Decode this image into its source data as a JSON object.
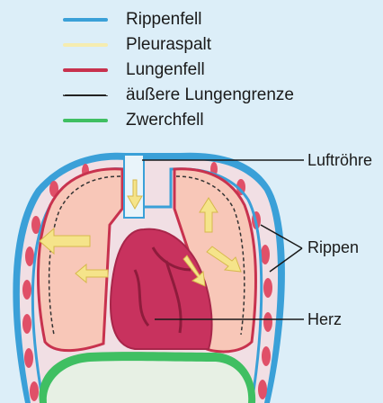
{
  "legend": {
    "items": [
      {
        "label": "Rippenfell",
        "color": "#3aa0d8",
        "style": "solid"
      },
      {
        "label": "Pleuraspalt",
        "color": "#f5ecb0",
        "style": "solid"
      },
      {
        "label": "Lungenfell",
        "color": "#c8324e",
        "style": "solid"
      },
      {
        "label": "äußere Lungengrenze",
        "color": "#222222",
        "style": "dashed"
      },
      {
        "label": "Zwerchfell",
        "color": "#3fbf62",
        "style": "solid"
      }
    ]
  },
  "labels": {
    "trachea": "Luftröhre",
    "ribs": "Rippen",
    "heart": "Herz"
  },
  "colors": {
    "background": "#dceef8",
    "lung_fill": "#f8c7b8",
    "heart_fill": "#c8325e",
    "rib": "#e05068",
    "pleura_outer": "#3aa0d8",
    "diaphragm": "#3fbf62",
    "arrow_fill": "#f5e48a"
  }
}
